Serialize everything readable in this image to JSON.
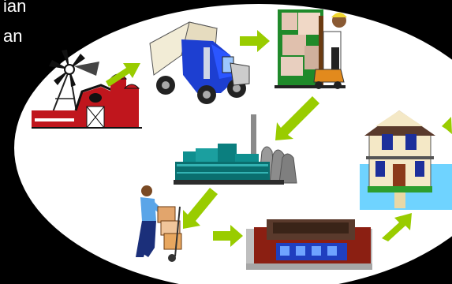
{
  "slide": {
    "corner_text": {
      "line1": "ian",
      "line2": "an"
    }
  },
  "diagram": {
    "nodes": [
      "farm",
      "truck",
      "warehouse-worker-forklift",
      "factory",
      "house",
      "delivery-worker",
      "store"
    ],
    "arrow_color": "#99cc00"
  }
}
